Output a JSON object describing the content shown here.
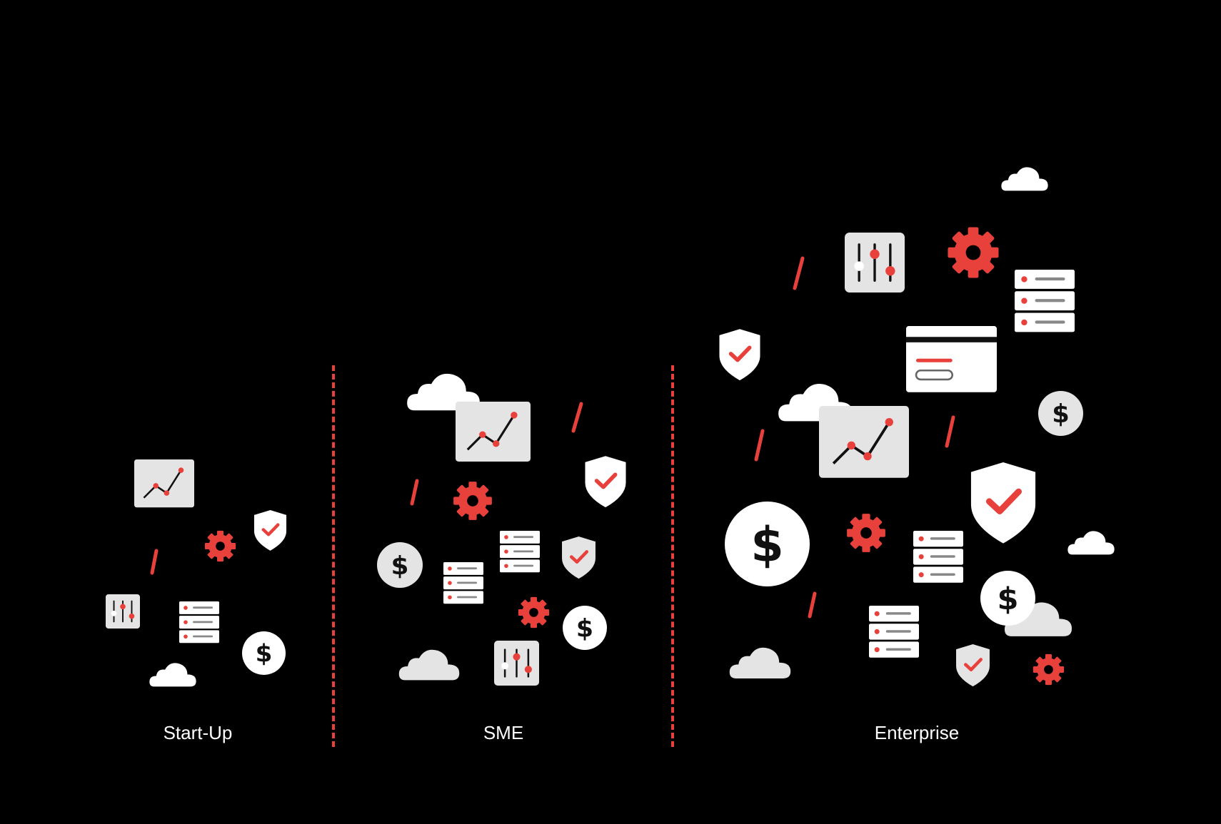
{
  "colors": {
    "background": "#000000",
    "accent": "#e8413c",
    "icon_light": "#e4e4e4",
    "icon_white": "#ffffff",
    "ink": "#111111"
  },
  "segments": [
    {
      "label": "Start-Up"
    },
    {
      "label": "SME"
    },
    {
      "label": "Enterprise"
    }
  ],
  "icon_types": [
    "chart-icon",
    "gear-icon",
    "shield-check-icon",
    "server-icon",
    "dollar-coin-icon",
    "cloud-icon",
    "sliders-icon",
    "payment-card-icon",
    "slash-mark"
  ]
}
